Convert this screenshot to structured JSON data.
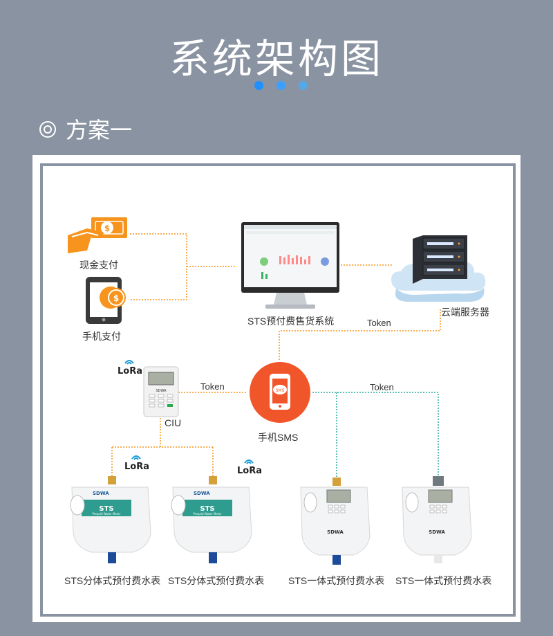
{
  "title": "系统架构图",
  "section": "方案一",
  "colors": {
    "background": "#8a93a2",
    "orange": "#f7941d",
    "teal": "#2aa8a0",
    "sms_red": "#f0562a"
  },
  "nodes": {
    "cash": "现金支付",
    "mobile": "手机支付",
    "sts_system": "STS预付费售货系统",
    "cloud": "云端服务器",
    "ciu": "CIU",
    "sms": "手机SMS",
    "sms_icon_text": "SMS",
    "meter1": "STS分体式预付费水表",
    "meter2": "STS分体式预付费水表",
    "meter3": "STS一体式预付费水表",
    "meter4": "STS一体式预付费水表"
  },
  "tokens": {
    "cloud_sms": "Token",
    "ciu_sms": "Token",
    "sms_meters": "Token"
  },
  "lora": "LoRa",
  "brand": "SDWA",
  "meter_badge": "STS",
  "meter_badge_sub": "Prepaid Water Meter"
}
